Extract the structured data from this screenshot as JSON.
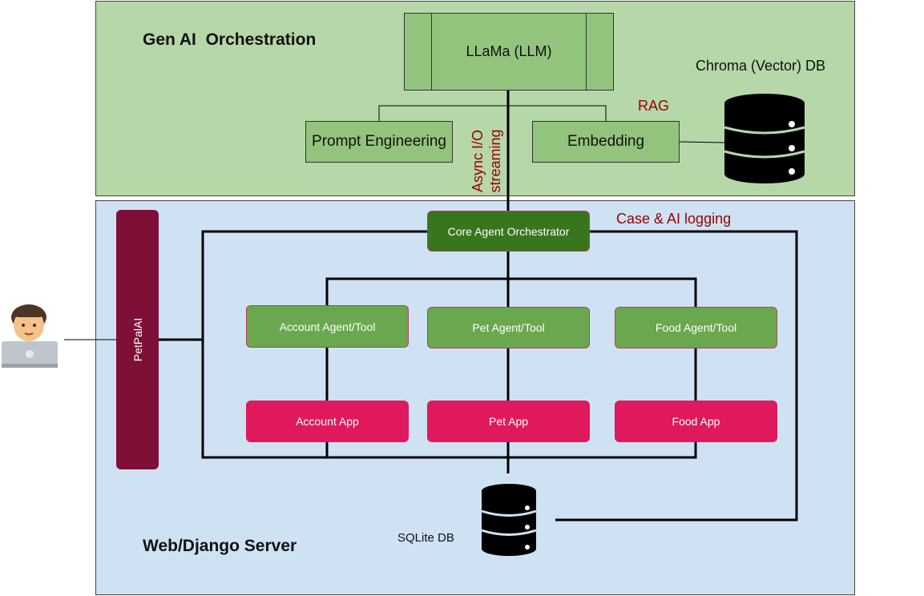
{
  "zones": {
    "genai": {
      "title": "Gen AI  Orchestration"
    },
    "web": {
      "title": "Web/Django Server"
    }
  },
  "llm": {
    "label": "LLaMa (LLM)"
  },
  "prompt": {
    "label": "Prompt Engineering"
  },
  "embedding": {
    "label": "Embedding"
  },
  "vector_db": {
    "label": "Chroma (Vector) DB"
  },
  "rag": {
    "label": "RAG"
  },
  "async": {
    "line1": "Async I/O",
    "line2": "streaming"
  },
  "orchestrator": {
    "label": "Core Agent Orchestrator"
  },
  "logging": {
    "label": "Case & AI logging"
  },
  "petpal": {
    "label": "PetPalAI"
  },
  "agents": {
    "account": "Account Agent/Tool",
    "pet": "Pet Agent/Tool",
    "food": "Food Agent/Tool"
  },
  "apps": {
    "account": "Account App",
    "pet": "Pet App",
    "food": "Food App"
  },
  "sqlite": {
    "label": "SQLite DB"
  },
  "colors": {
    "genai_bg": "#b6d7a8",
    "web_bg": "#cfe2f3",
    "box_green": "#93c47d",
    "orchestrator": "#38761d",
    "agent": "#6aa84f",
    "app": "#e0195c",
    "petpal": "#7e1037",
    "annotation": "#990000"
  },
  "icons": [
    "database-icon",
    "user-laptop-icon"
  ]
}
